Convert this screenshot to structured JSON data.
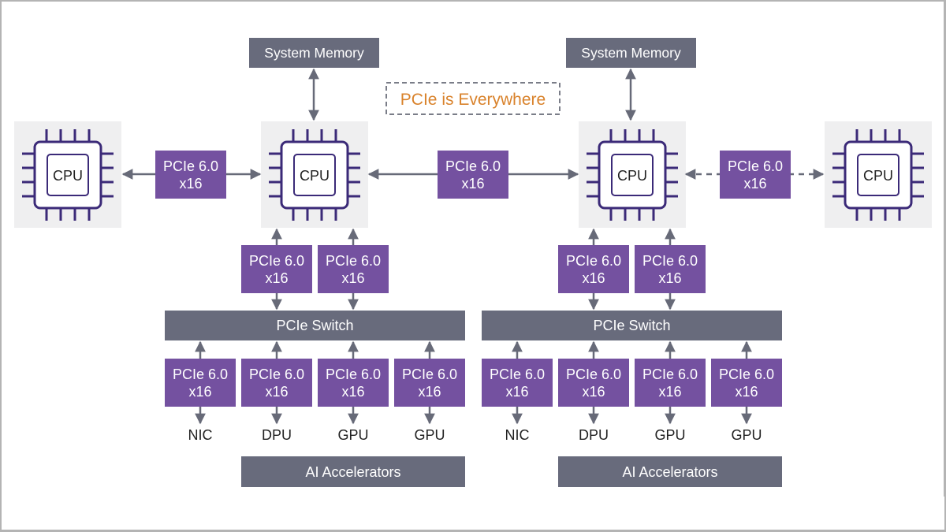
{
  "title": "PCIe is Everywhere",
  "colors": {
    "link_purple": "#7451a0",
    "component_gray": "#686b7c",
    "arrow_gray": "#676a78",
    "cpu_outline": "#3b2a78",
    "cpu_tile_bg": "#efeff0",
    "title_orange": "#d9822b"
  },
  "system_memory": [
    {
      "label": "System Memory"
    },
    {
      "label": "System Memory"
    }
  ],
  "cpus": [
    {
      "label": "CPU"
    },
    {
      "label": "CPU"
    },
    {
      "label": "CPU"
    },
    {
      "label": "CPU"
    }
  ],
  "cpu_links": [
    {
      "line1": "PCIe 6.0",
      "line2": "x16",
      "style": "solid"
    },
    {
      "line1": "PCIe 6.0",
      "line2": "x16",
      "style": "solid"
    },
    {
      "line1": "PCIe 6.0",
      "line2": "x16",
      "style": "dashed"
    }
  ],
  "clusters": [
    {
      "uplinks": [
        {
          "line1": "PCIe 6.0",
          "line2": "x16"
        },
        {
          "line1": "PCIe 6.0",
          "line2": "x16"
        }
      ],
      "switch_label": "PCIe Switch",
      "downlinks": [
        {
          "line1": "PCIe 6.0",
          "line2": "x16",
          "device": "NIC"
        },
        {
          "line1": "PCIe 6.0",
          "line2": "x16",
          "device": "DPU"
        },
        {
          "line1": "PCIe 6.0",
          "line2": "x16",
          "device": "GPU"
        },
        {
          "line1": "PCIe 6.0",
          "line2": "x16",
          "device": "GPU"
        }
      ],
      "accelerators_label": "AI Accelerators"
    },
    {
      "uplinks": [
        {
          "line1": "PCIe 6.0",
          "line2": "x16"
        },
        {
          "line1": "PCIe 6.0",
          "line2": "x16"
        }
      ],
      "switch_label": "PCIe Switch",
      "downlinks": [
        {
          "line1": "PCIe 6.0",
          "line2": "x16",
          "device": "NIC"
        },
        {
          "line1": "PCIe 6.0",
          "line2": "x16",
          "device": "DPU"
        },
        {
          "line1": "PCIe 6.0",
          "line2": "x16",
          "device": "GPU"
        },
        {
          "line1": "PCIe 6.0",
          "line2": "x16",
          "device": "GPU"
        }
      ],
      "accelerators_label": "AI Accelerators"
    }
  ]
}
